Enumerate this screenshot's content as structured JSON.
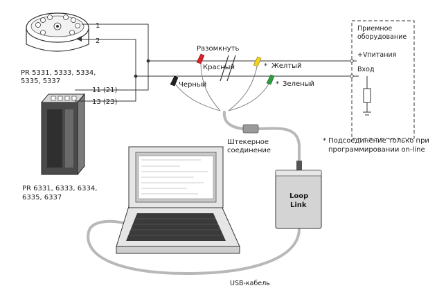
{
  "labels": {
    "terminal_1": "1",
    "terminal_2": "2",
    "head_models_line1": "PR 5331, 5333, 5334,",
    "head_models_line2": "5335, 5337",
    "rail_terminal_a": "11 (21)",
    "rail_terminal_b": "13 (23)",
    "rail_models_line1": "PR 6331, 6333, 6334,",
    "rail_models_line2": "6335, 6337",
    "disconnect": "Разомкнуть",
    "red": "Красный",
    "yellow": "Желтый",
    "black": "Черный",
    "green": "Зеленый",
    "asterisk": "*",
    "connector_line1": "Штекерное",
    "connector_line2": "соединение",
    "receiver_line1": "Приемное",
    "receiver_line2": "оборудование",
    "supply": "+Vпитания",
    "input": "Вход",
    "note_line1": "* Подсоединение только при",
    "note_line2": "программировании on-line",
    "looplink_line1": "Loop",
    "looplink_line2": "Link",
    "usb": "USB-кабель"
  },
  "colors": {
    "red": "#d8232a",
    "yellow": "#f2d21b",
    "green": "#2e9e3e",
    "black": "#222222",
    "cable": "#b8b8b8"
  }
}
